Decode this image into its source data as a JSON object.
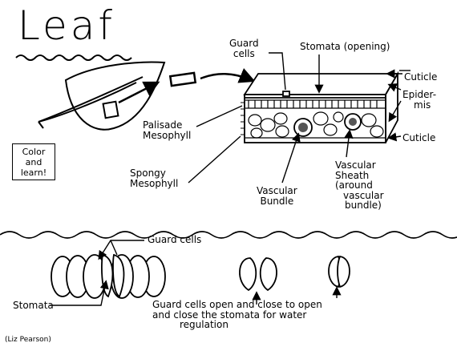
{
  "title": "Leaf",
  "labels": {
    "guard_cells_top": [
      "Guard",
      "cells"
    ],
    "stomata_opening": "Stomata (opening)",
    "cuticle_top": "Cuticle",
    "epidermis": [
      "Epider-",
      "mis"
    ],
    "cuticle_bottom": "Cuticle",
    "palisade": [
      "Palisade",
      "Mesophyll"
    ],
    "spongy": [
      "Spongy",
      "Mesophyll"
    ],
    "vascular_bundle": [
      "Vascular",
      "Bundle"
    ],
    "vascular_sheath": [
      "Vascular",
      "Sheath",
      "(around",
      "vascular",
      "bundle)"
    ],
    "guard_cells_bottom": "Guard cells",
    "stomata_bottom": "Stomata"
  },
  "color_box": [
    "Color",
    "and",
    "learn!"
  ],
  "caption": [
    "Guard cells open and close to open",
    "and close the stomata for water",
    "regulation"
  ],
  "credit": "(Liz Pearson)"
}
